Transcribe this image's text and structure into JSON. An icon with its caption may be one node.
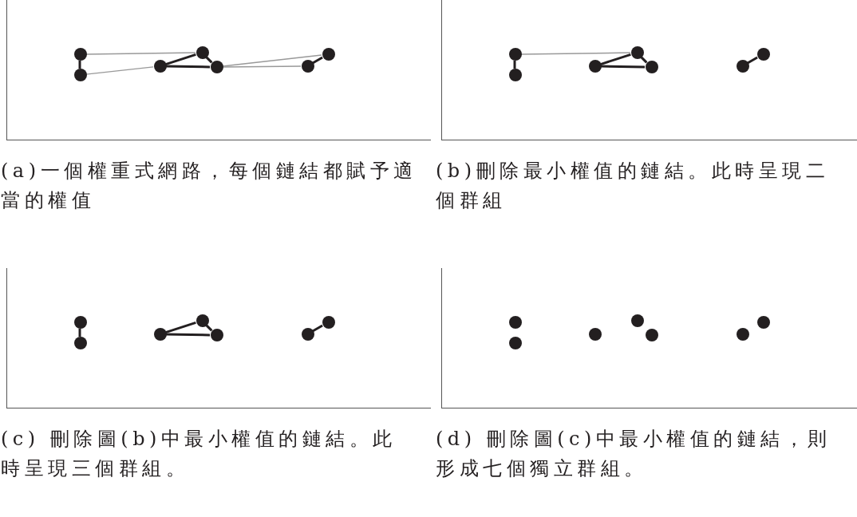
{
  "diagram": {
    "nodes": [
      {
        "text": [
          "(a)一個權重式網路，每個鏈結都賦予適當的權值"
        ]
      },
      {
        "text": [],
        "shape": "circle",
        "in": 0
      },
      {
        "text": [],
        "shape": "circle",
        "in": 0
      },
      {
        "text": [],
        "shape": "circle",
        "in": 0
      },
      {
        "text": [],
        "shape": "circle",
        "in": 0
      },
      {
        "text": [],
        "shape": "circle",
        "in": 0
      },
      {
        "text": [],
        "shape": "circle",
        "in": 0
      },
      {
        "text": [],
        "shape": "circle",
        "in": 0
      },
      {
        "text": [
          "(b)刪除最小權值的鏈結。此時呈現二個群組"
        ]
      },
      {
        "text": [],
        "shape": "circle",
        "in": 8
      },
      {
        "text": [],
        "shape": "circle",
        "in": 8
      },
      {
        "text": [],
        "shape": "circle",
        "in": 8
      },
      {
        "text": [],
        "shape": "circle",
        "in": 8
      },
      {
        "text": [],
        "shape": "circle",
        "in": 8
      },
      {
        "text": [],
        "shape": "circle",
        "in": 8
      },
      {
        "text": [],
        "shape": "circle",
        "in": 8
      },
      {
        "text": [
          "(c) 刪除圖(b)中最小權值的鏈結。此時呈現三個群組。"
        ]
      },
      {
        "text": [],
        "shape": "circle",
        "in": 16
      },
      {
        "text": [],
        "shape": "circle",
        "in": 16
      },
      {
        "text": [],
        "shape": "circle",
        "in": 16
      },
      {
        "text": [],
        "shape": "circle",
        "in": 16
      },
      {
        "text": [],
        "shape": "circle",
        "in": 16
      },
      {
        "text": [],
        "shape": "circle",
        "in": 16
      },
      {
        "text": [],
        "shape": "circle",
        "in": 16
      },
      {
        "text": [
          "(d) 刪除圖(c)中最小權值的鏈結，則形成七個獨立群組。"
        ]
      },
      {
        "text": [],
        "shape": "circle",
        "in": 24
      },
      {
        "text": [],
        "shape": "circle",
        "in": 24
      },
      {
        "text": [],
        "shape": "circle",
        "in": 24
      },
      {
        "text": [],
        "shape": "circle",
        "in": 24
      },
      {
        "text": [],
        "shape": "circle",
        "in": 24
      },
      {
        "text": [],
        "shape": "circle",
        "in": 24
      },
      {
        "text": [],
        "shape": "circle",
        "in": 24
      }
    ],
    "edges": [
      {
        "from": 1,
        "to": 2,
        "arrow": "none"
      },
      {
        "from": 1,
        "to": 4,
        "arrow": "none",
        "color": "#999999"
      },
      {
        "from": 2,
        "to": 3,
        "arrow": "none",
        "color": "#999999"
      },
      {
        "from": 3,
        "to": 4,
        "arrow": "none"
      },
      {
        "from": 3,
        "to": 5,
        "arrow": "none"
      },
      {
        "from": 4,
        "to": 5,
        "arrow": "none"
      },
      {
        "from": 5,
        "to": 6,
        "arrow": "none",
        "color": "#999999"
      },
      {
        "from": 5,
        "to": 7,
        "arrow": "none",
        "color": "#999999"
      },
      {
        "from": 6,
        "to": 7,
        "arrow": "none"
      },
      {
        "from": 9,
        "to": 10,
        "arrow": "none"
      },
      {
        "from": 9,
        "to": 12,
        "arrow": "none",
        "color": "#999999"
      },
      {
        "from": 11,
        "to": 12,
        "arrow": "none"
      },
      {
        "from": 11,
        "to": 13,
        "arrow": "none"
      },
      {
        "from": 12,
        "to": 13,
        "arrow": "none"
      },
      {
        "from": 14,
        "to": 15,
        "arrow": "none"
      },
      {
        "from": 17,
        "to": 18,
        "arrow": "none"
      },
      {
        "from": 19,
        "to": 20,
        "arrow": "none"
      },
      {
        "from": 19,
        "to": 21,
        "arrow": "none"
      },
      {
        "from": 20,
        "to": 21,
        "arrow": "none"
      },
      {
        "from": 22,
        "to": 23,
        "arrow": "none"
      }
    ]
  }
}
